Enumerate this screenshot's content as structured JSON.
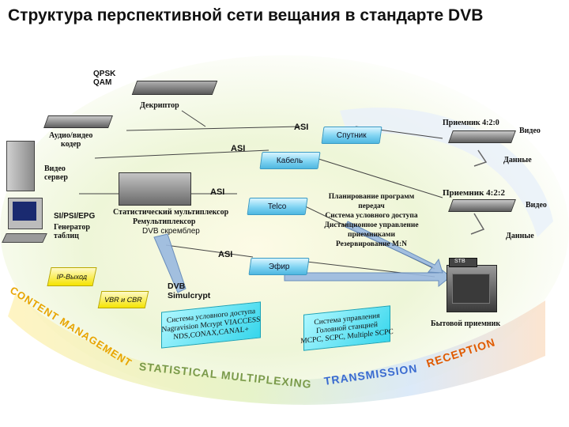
{
  "title": "Структура перспективной сети вещания в стандарте DVB",
  "devices": {
    "qpsk_qam": "QPSK\nQAM",
    "decoder": "Декриптор",
    "av_encoder": "Аудио/видео\nкодер",
    "video_server": "Видео\nсервер",
    "si_psi_epg": "SI/PSI/EPG",
    "table_generator": "Генератор\nтаблиц",
    "stat_mux": "Статистический мультиплексор",
    "remux": "Ремультиплексор",
    "dvb_scrambler": "DVB скремблер",
    "ip_gateway": "IP-Выход",
    "vbr_cbr": "VBR и CBR",
    "dvb_simulcrypt": "DVB\nSimulcrypt",
    "receiver_420": "Приемник 4:2:0",
    "receiver_422": "Приемник 4:2:2",
    "video_1": "Видео",
    "data_1": "Данные",
    "video_2": "Видео",
    "data_2": "Данные",
    "stb": "STB",
    "home_receiver": "Бытовой приемник"
  },
  "links": {
    "asi_1": "ASI",
    "asi_2": "ASI",
    "asi_3": "ASI",
    "asi_4": "ASI",
    "satellite": "Спутник",
    "cable": "Кабель",
    "telco": "Telco",
    "air": "Эфир"
  },
  "planning_text": "Планирование программ\nпередач\nСистема условного доступа\nДистанционное управление\nприемниками\nРезервирование M:N",
  "ca_box": "Система условного доступа\nNagravision Mcrypt VIACCESS\nNDS,CONAX,CANAL+",
  "control_box": "Система управления\nГоловной станцией\nMCPC, SCPC, Multiple SCPC",
  "stages": {
    "content_management": "CONTENT MANAGEMENT",
    "statistical_multiplexing": "STATISTICAL MULTIPLEXING",
    "transmission": "TRANSMISSION",
    "reception": "RECEPTION"
  },
  "colors": {
    "tube": "#6fcdf0",
    "yellow": "#f5e400",
    "cyan": "#36d6ec",
    "content": "#e8a400",
    "stat": "#7a9a4a",
    "transmission": "#3a6bd0",
    "reception": "#e05a00"
  }
}
